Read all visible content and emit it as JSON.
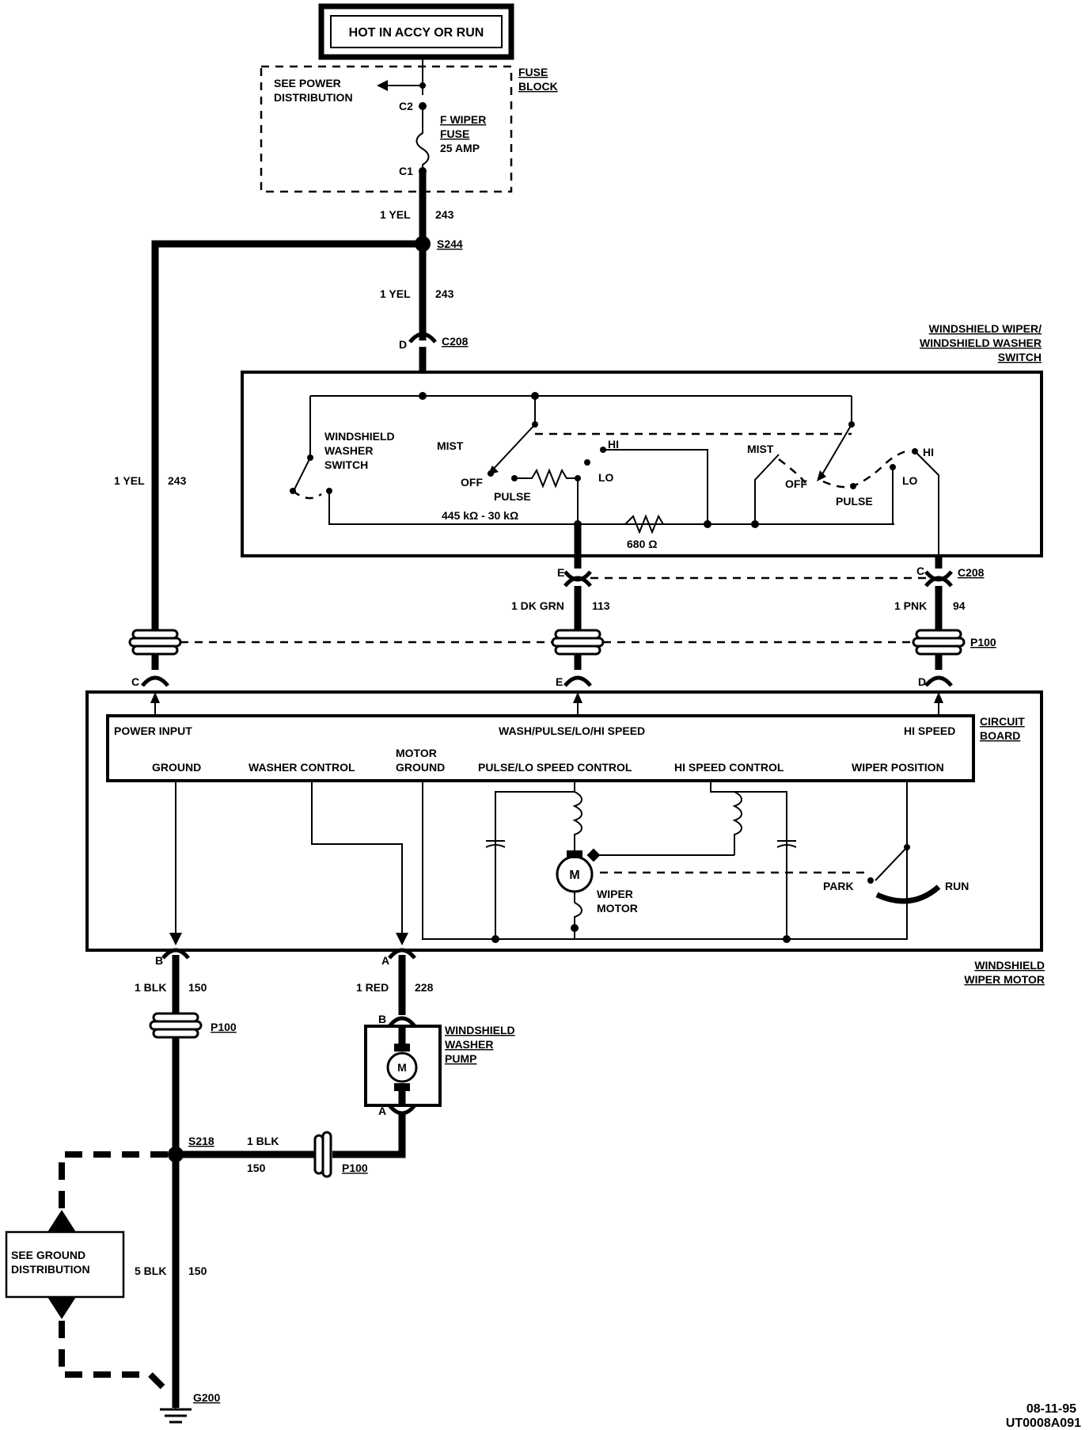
{
  "power_header": "HOT IN ACCY OR RUN",
  "fuse_block": {
    "title_line1": "FUSE",
    "title_line2": "BLOCK",
    "see_line1": "SEE POWER",
    "see_line2": "DISTRIBUTION",
    "conn_top": "C2",
    "conn_bottom": "C1",
    "fuse_line1": "F WIPER",
    "fuse_line2": "FUSE",
    "fuse_line3": "25 AMP"
  },
  "wires": {
    "w1_color": "1 YEL",
    "w1_num": "243",
    "s244": "S244",
    "w2_color": "1 YEL",
    "w2_num": "243",
    "c208_pin_d": "D",
    "c208": "C208",
    "left_color": "1 YEL",
    "left_num": "243",
    "dkgrn_color": "1 DK GRN",
    "dkgrn_num": "113",
    "pnk_color": "1 PNK",
    "pnk_num": "94",
    "pin_e_top": "E",
    "pin_c_top": "C",
    "c208_b": "C208",
    "p100_top": "P100",
    "pin_c_bot": "C",
    "pin_e_bot": "E",
    "pin_d_bot": "D"
  },
  "switch_box": {
    "title_line1": "WINDSHIELD WIPER/",
    "title_line2": "WINDSHIELD WASHER",
    "title_line3": "SWITCH",
    "washer_line1": "WINDSHIELD",
    "washer_line2": "WASHER",
    "washer_line3": "SWITCH",
    "mist1": "MIST",
    "hi1": "HI",
    "off1": "OFF",
    "lo1": "LO",
    "pulse1": "PULSE",
    "resistor1": "445 kΩ - 30 kΩ",
    "resistor2": "680 Ω",
    "mist2": "MIST",
    "hi2": "HI",
    "off2": "OFF",
    "lo2": "LO",
    "pulse2": "PULSE"
  },
  "motor_box": {
    "circuit_line1": "CIRCUIT",
    "circuit_line2": "BOARD",
    "power_input": "POWER INPUT",
    "wash_speed": "WASH/PULSE/LO/HI SPEED",
    "hi_speed": "HI SPEED",
    "ground": "GROUND",
    "washer_control": "WASHER CONTROL",
    "motor_ground_line1": "MOTOR",
    "motor_ground_line2": "GROUND",
    "pulse_lo": "PULSE/LO SPEED CONTROL",
    "hi_control": "HI SPEED CONTROL",
    "wiper_position": "WIPER POSITION",
    "motor_symbol": "M",
    "wiper_motor_line1": "WIPER",
    "wiper_motor_line2": "MOTOR",
    "park": "PARK",
    "run": "RUN",
    "title_line1": "WINDSHIELD",
    "title_line2": "WIPER MOTOR"
  },
  "lower": {
    "pin_b": "B",
    "pin_a": "A",
    "blk_color": "1 BLK",
    "blk_num": "150",
    "red_color": "1 RED",
    "red_num": "228",
    "p100_left": "P100",
    "pump_pin_b": "B",
    "pump_pin_a": "A",
    "pump_line1": "WINDSHIELD",
    "pump_line2": "WASHER",
    "pump_line3": "PUMP",
    "pump_symbol": "M",
    "s218": "S218",
    "h_blk_color": "1 BLK",
    "h_blk_num": "150",
    "p100_right": "P100",
    "ground_dist_line1": "SEE GROUND",
    "ground_dist_line2": "DISTRIBUTION",
    "blk5_color": "5 BLK",
    "blk5_num": "150",
    "g200": "G200"
  },
  "footer": {
    "date": "08-11-95",
    "code": "UT0008A091"
  }
}
